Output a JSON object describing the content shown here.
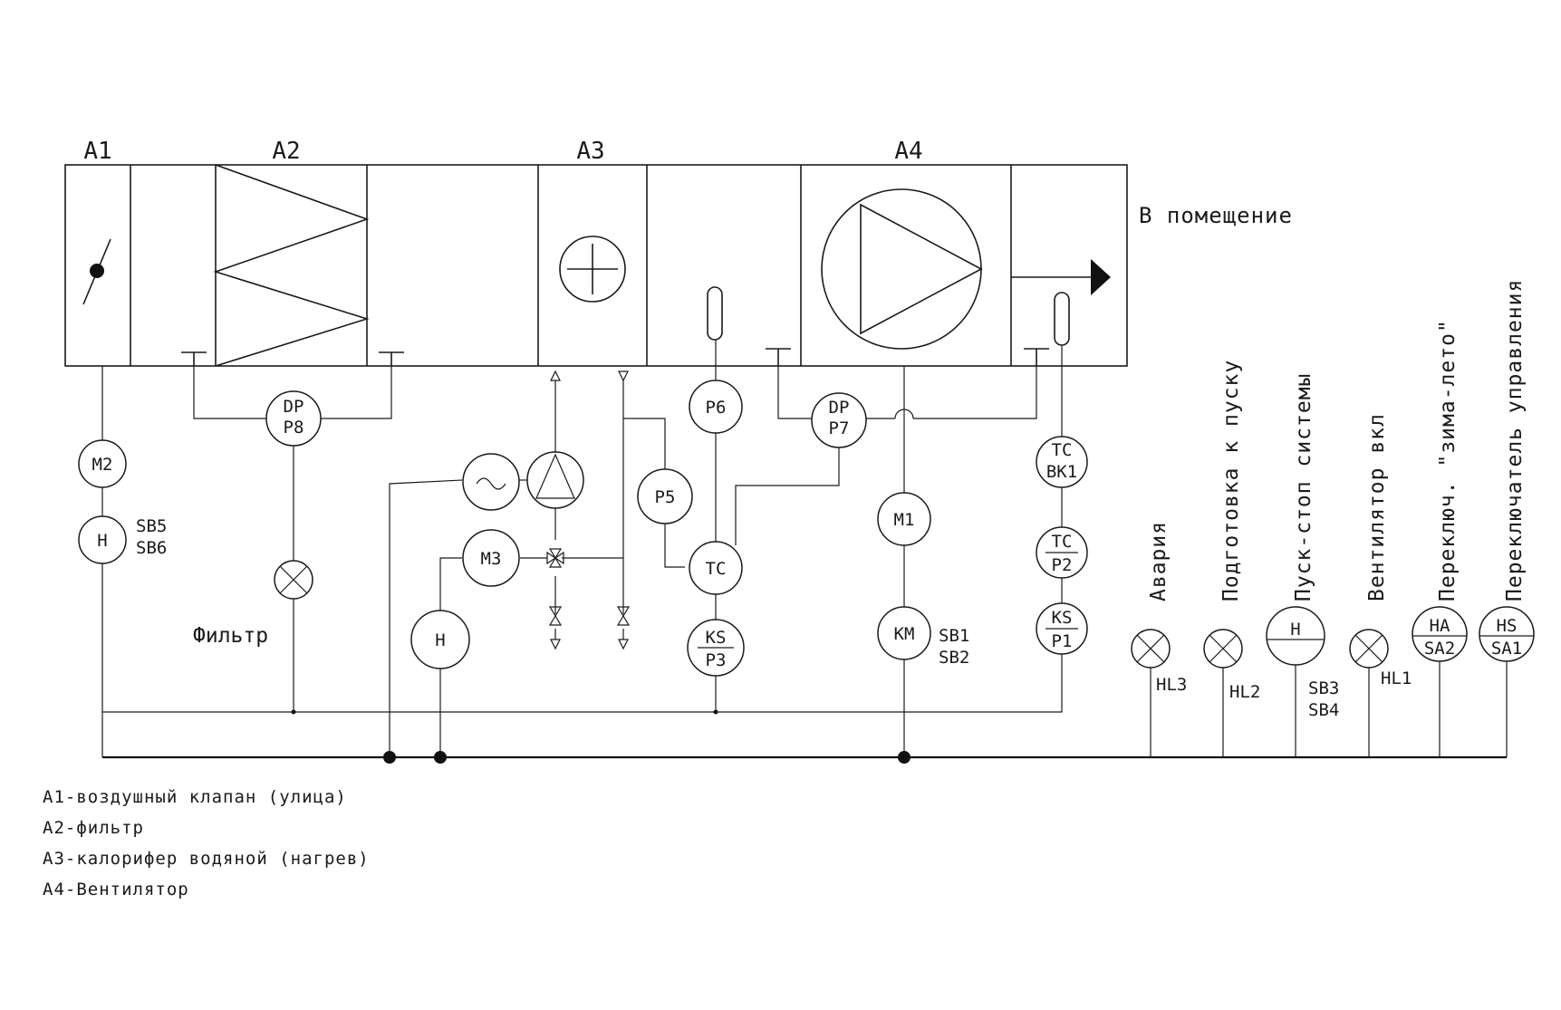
{
  "sections": {
    "a1": "A1",
    "a2": "A2",
    "a3": "A3",
    "a4": "A4"
  },
  "outlet_label": "В помещение",
  "filter_label": "Фильтр",
  "instruments": {
    "m2": "M2",
    "h1": "H",
    "dp_p8_top": "DP",
    "dp_p8_bot": "P8",
    "p6": "P6",
    "p5": "P5",
    "tc1": "TC",
    "ks_p3_top": "KS",
    "ks_p3_bot": "P3",
    "m3": "M3",
    "h2": "H",
    "dp_p7_top": "DP",
    "dp_p7_bot": "P7",
    "m1": "M1",
    "km": "KM",
    "tc_bk1_top": "TC",
    "tc_bk1_bot": "BK1",
    "tc_p2_top": "TC",
    "tc_p2_bot": "P2",
    "ks_p1_top": "KS",
    "ks_p1_bot": "P1",
    "h3": "H",
    "ha_top": "HA",
    "ha_bot": "SA2",
    "hs_top": "HS",
    "hs_bot": "SA1"
  },
  "side_labels": {
    "sb5": "SB5",
    "sb6": "SB6",
    "sb1": "SB1",
    "sb2": "SB2",
    "hl3": "HL3",
    "hl2": "HL2",
    "sb3": "SB3",
    "sb4": "SB4",
    "hl1": "HL1"
  },
  "panel_labels": {
    "alarm": "Авария",
    "prepare": "Подготовка к пуску",
    "startstop": "Пуск-стоп системы",
    "fan_on": "Вентилятор вкл",
    "winter_summer": "Переключ. \"зима-лето\"",
    "control": "Переключатель управления"
  },
  "legend": [
    "А1-воздушный клапан (улица)",
    "А2-фильтр",
    "А3-калорифер водяной (нагрев)",
    "А4-Вентилятор"
  ]
}
